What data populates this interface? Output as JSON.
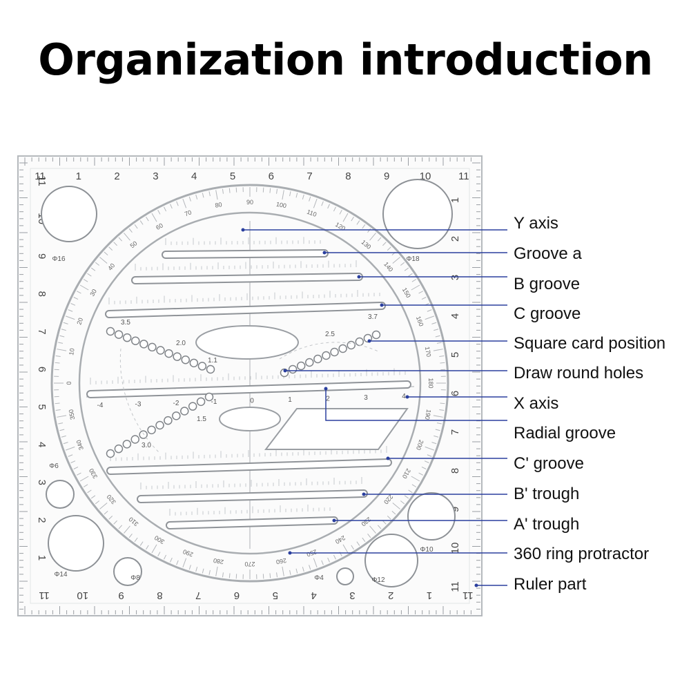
{
  "title": "Organization introduction",
  "labels": [
    {
      "key": "y_axis",
      "text": "Y axis"
    },
    {
      "key": "groove_a",
      "text": "Groove a"
    },
    {
      "key": "b_groove",
      "text": "B groove"
    },
    {
      "key": "c_groove",
      "text": "C groove"
    },
    {
      "key": "square_card",
      "text": "Square card position"
    },
    {
      "key": "round_holes",
      "text": "Draw round holes"
    },
    {
      "key": "x_axis",
      "text": "X axis"
    },
    {
      "key": "radial_groove",
      "text": "Radial groove"
    },
    {
      "key": "c_prime_groove",
      "text": "C' groove"
    },
    {
      "key": "b_prime_trough",
      "text": "B' trough"
    },
    {
      "key": "a_prime_trough",
      "text": "A' trough"
    },
    {
      "key": "ring_protractor",
      "text": "360 ring protractor"
    },
    {
      "key": "ruler_part",
      "text": "Ruler part"
    }
  ],
  "ruler": {
    "top_numbers": [
      "11",
      "1",
      "2",
      "3",
      "4",
      "5",
      "6",
      "7",
      "8",
      "9",
      "10",
      "11"
    ],
    "bottom_numbers": [
      "11",
      "10",
      "9",
      "8",
      "7",
      "6",
      "5",
      "4",
      "3",
      "2",
      "1",
      "11"
    ],
    "left_numbers": [
      "11",
      "10",
      "9",
      "8",
      "7",
      "6",
      "5",
      "4",
      "3",
      "2",
      "1"
    ],
    "right_numbers": [
      "1",
      "2",
      "3",
      "4",
      "5",
      "6",
      "7",
      "8",
      "9",
      "10",
      "11"
    ]
  },
  "protractor_degrees": [
    "270",
    "280",
    "290",
    "300",
    "310",
    "320",
    "330",
    "340",
    "350",
    "0",
    "10",
    "20",
    "30",
    "40",
    "50",
    "60",
    "70",
    "80",
    "90",
    "100",
    "110",
    "120",
    "130",
    "140",
    "150",
    "160",
    "170",
    "180",
    "190",
    "200",
    "210",
    "220",
    "230",
    "240",
    "250",
    "260"
  ],
  "hole_labels": [
    "Φ16",
    "Φ18",
    "Φ6",
    "Φ14",
    "Φ8",
    "Φ4",
    "Φ12",
    "Φ10"
  ],
  "x_axis_numbers": [
    "-4",
    "-3",
    "-2",
    "-1",
    "0",
    "1",
    "2",
    "3",
    "4"
  ],
  "radial_numbers": [
    "3.5",
    "2.0",
    "1.1",
    "2.5",
    "3.7",
    "1.5",
    "3.0"
  ],
  "colors": {
    "leader": "#2a3f9e",
    "plastic_edge": "#9aa0a6",
    "text": "#111111"
  }
}
